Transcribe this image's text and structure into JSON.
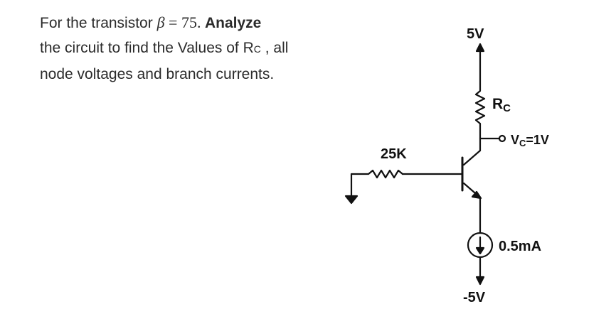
{
  "problem": {
    "line1_prefix": "For the transistor ",
    "beta_symbol": "β",
    "beta_eq": " = 75. ",
    "analyze": "Analyze",
    "line2_prefix": "the circuit to find the Values of R",
    "rc_sub": "C",
    "line2_suffix": " , all",
    "line3": "node voltages and branch currents."
  },
  "circuit": {
    "supply_top": "5V",
    "rc_label_main": "R",
    "rc_label_sub": "C",
    "vc_label_main": "V",
    "vc_label_sub": "C",
    "vc_label_value": "=1V",
    "base_resistor": "25K",
    "current_source": "0.5mA",
    "supply_bottom": "-5V"
  }
}
